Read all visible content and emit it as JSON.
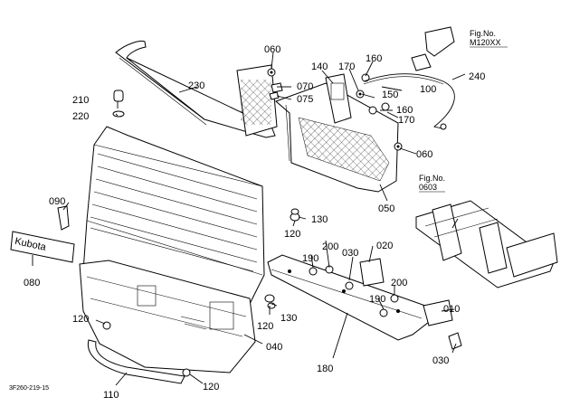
{
  "diagram": {
    "drawing_code": "3F260-219-15",
    "figure_refs": [
      {
        "label": "Fig.No.",
        "number": "M120XX"
      },
      {
        "label": "Fig.No.",
        "number": "0603"
      }
    ],
    "emblem_text": "Kubota",
    "callouts": [
      {
        "id": "c010",
        "text": "010"
      },
      {
        "id": "c020",
        "text": "020"
      },
      {
        "id": "c030a",
        "text": "030"
      },
      {
        "id": "c030b",
        "text": "030"
      },
      {
        "id": "c040",
        "text": "040"
      },
      {
        "id": "c050",
        "text": "050"
      },
      {
        "id": "c060a",
        "text": "060"
      },
      {
        "id": "c060b",
        "text": "060"
      },
      {
        "id": "c070",
        "text": "070"
      },
      {
        "id": "c075",
        "text": "075"
      },
      {
        "id": "c080",
        "text": "080"
      },
      {
        "id": "c090",
        "text": "090"
      },
      {
        "id": "c100",
        "text": "100"
      },
      {
        "id": "c110",
        "text": "110"
      },
      {
        "id": "c120a",
        "text": "120"
      },
      {
        "id": "c120b",
        "text": "120"
      },
      {
        "id": "c120c",
        "text": "120"
      },
      {
        "id": "c120d",
        "text": "120"
      },
      {
        "id": "c130a",
        "text": "130"
      },
      {
        "id": "c130b",
        "text": "130"
      },
      {
        "id": "c140",
        "text": "140"
      },
      {
        "id": "c150",
        "text": "150"
      },
      {
        "id": "c160a",
        "text": "160"
      },
      {
        "id": "c160b",
        "text": "160"
      },
      {
        "id": "c170a",
        "text": "170"
      },
      {
        "id": "c170b",
        "text": "170"
      },
      {
        "id": "c180",
        "text": "180"
      },
      {
        "id": "c190a",
        "text": "190"
      },
      {
        "id": "c190b",
        "text": "190"
      },
      {
        "id": "c200a",
        "text": "200"
      },
      {
        "id": "c200b",
        "text": "200"
      },
      {
        "id": "c210",
        "text": "210"
      },
      {
        "id": "c220",
        "text": "220"
      },
      {
        "id": "c230",
        "text": "230"
      },
      {
        "id": "c240",
        "text": "240"
      }
    ]
  }
}
